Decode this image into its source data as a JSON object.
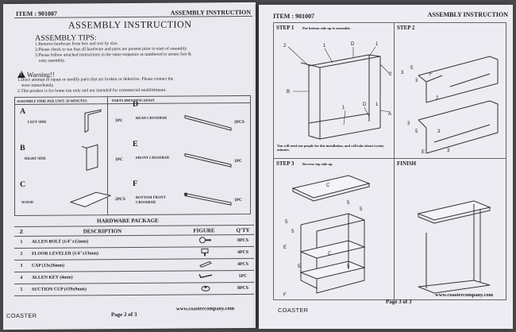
{
  "left_page": {
    "item_no": "ITEM : 901007",
    "header_right": "ASSEMBLY INSTRUCTION",
    "title": "ASSEMBLY INSTRUCTION",
    "tips_title": "ASSEMBLY TIPS:",
    "tips": [
      "1.Remove hardware from box and sort by size.",
      "2.Please check to see that all hardware and parts are present prior to start of assembly.",
      "3.Please follow attached instructions in the same sequence as numbered to assure fast &",
      "easy assembly."
    ],
    "warning_title": "Warning!!",
    "warnings": [
      "1.Don't attempt to repair or modify parts that are broken or defective. Please contact the",
      "store immediately.",
      "2.This product is for home use only and not intended for commercial establishment."
    ],
    "assembly_time": "ASSEMBLY TIME PER UNIT: 20 MINUTES",
    "parts_title": "PARTS IDENTIFICATION",
    "parts": [
      {
        "letter": "A",
        "name": "LEFT SIDE",
        "qty": "1PC"
      },
      {
        "letter": "B",
        "name": "RIGHT SIDE",
        "qty": "1PC"
      },
      {
        "letter": "C",
        "name": "WOOD",
        "qty": "2PCS"
      },
      {
        "letter": "D",
        "name": "READ CROSSBAR",
        "qty": "2PCS"
      },
      {
        "letter": "E",
        "name": "FRONT CROSSBAR",
        "qty": "1PC"
      },
      {
        "letter": "F",
        "name": "BOTTOM FRONT CROSSBAR",
        "qty": "1PC"
      }
    ],
    "hardware_title": "HARDWARE PACKAGE",
    "hardware_headers": {
      "no": "Z",
      "description": "DESCRIPTION",
      "figure": "FIGURE",
      "qty": "Q'TY"
    },
    "hardware": [
      {
        "no": "1",
        "description": "ALLEN BOLT (1/4\"x12mm)",
        "qty": "8PCS"
      },
      {
        "no": "2",
        "description": "FLOOR LEVELER (1/4\"x13mm)",
        "qty": "4PCS"
      },
      {
        "no": "3",
        "description": "CAP (13x26mm)",
        "qty": "4PCS"
      },
      {
        "no": "4",
        "description": "ALLEN KEY (4mm)",
        "qty": "1PC"
      },
      {
        "no": "5",
        "description": "SUCTION CUP (#19x9mm)",
        "qty": "8PCS"
      }
    ],
    "logo": "COASTER",
    "page_label": "Page 2 of 3",
    "website": "www.coastercompany.com"
  },
  "right_page": {
    "item_no": "ITEM : 901007",
    "header_right": "ASSEMBLY INSTRUCTION",
    "step1_title": "STEP 1",
    "step1_sub": "Put bottom side up to assemble.",
    "step1_note": "You will need one people for this installation, and will take about twenty minutes.",
    "step2_title": "STEP 2",
    "step3_title": "STEP 3",
    "step3_sub": "Reverse top side up.",
    "finish_title": "FINISH",
    "logo": "COASTER",
    "page_label": "Page 3 of 3",
    "website": "www.coastercompany.com"
  }
}
